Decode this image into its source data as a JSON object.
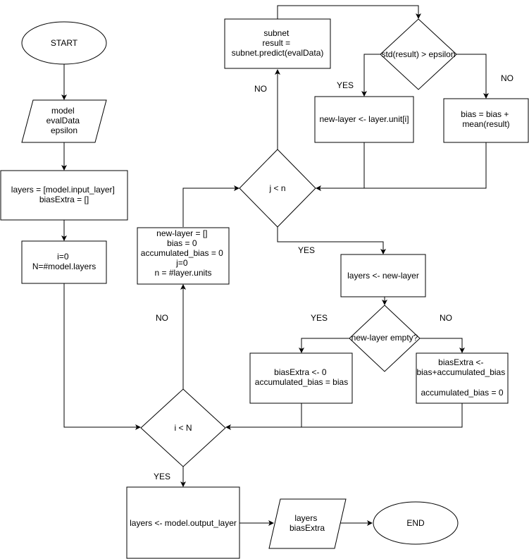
{
  "nodes": {
    "start": {
      "lines": [
        "START"
      ]
    },
    "input": {
      "lines": [
        "model",
        "evalData",
        "epsilon"
      ]
    },
    "init_layers": {
      "lines": [
        "layers = [model.input_layer]",
        "biasExtra = []"
      ]
    },
    "init_i": {
      "lines": [
        "i=0",
        "N=#model.layers"
      ]
    },
    "cond_i": {
      "lines": [
        "i < N"
      ]
    },
    "init_layer": {
      "lines": [
        "new-layer = []",
        "bias = 0",
        "accumulated_bias = 0",
        "j=0",
        "n = #layer.units"
      ]
    },
    "cond_j": {
      "lines": [
        "j < n"
      ]
    },
    "subnet": {
      "lines": [
        "subnet",
        "result =",
        "subnet.predict(evalData)"
      ]
    },
    "cond_std": {
      "lines": [
        "std(result) > epsilon"
      ]
    },
    "add_unit": {
      "lines": [
        "new-layer <- layer.unit[i]"
      ]
    },
    "bias_mean": {
      "lines": [
        "bias = bias +",
        "mean(result)"
      ]
    },
    "append_layer": {
      "lines": [
        "layers <- new-layer"
      ]
    },
    "cond_empty": {
      "lines": [
        "new-layer empty?"
      ]
    },
    "bias_zero": {
      "lines": [
        "biasExtra <- 0",
        "accumulated_bias = bias"
      ]
    },
    "bias_accum": {
      "lines": [
        "biasExtra <-",
        "bias+accumulated_bias",
        "",
        "accumulated_bias = 0"
      ]
    },
    "append_output": {
      "lines": [
        "layers <- model.output_layer"
      ]
    },
    "output": {
      "lines": [
        "layers",
        "biasExtra"
      ]
    },
    "end": {
      "lines": [
        "END"
      ]
    }
  },
  "edge_labels": {
    "j_no": "NO",
    "std_yes": "YES",
    "std_no": "NO",
    "j_yes": "YES",
    "empty_yes": "YES",
    "empty_no": "NO",
    "i_no": "NO",
    "i_yes": "YES"
  }
}
